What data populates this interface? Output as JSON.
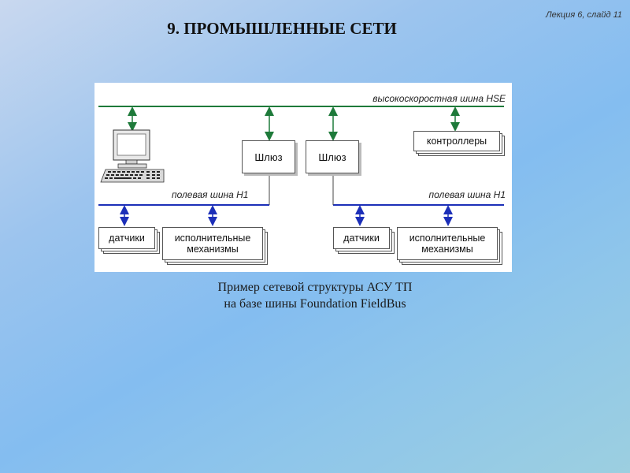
{
  "slide": {
    "title": "9. ПРОМЫШЛЕННЫЕ СЕТИ",
    "reference": "Лекция 6, слайд 11"
  },
  "diagram": {
    "hse_bus_label": "высокоскоростная шина HSE",
    "h1_bus_left_label": "полевая шина H1",
    "h1_bus_right_label": "полевая шина H1",
    "nodes": {
      "gateway_left": "Шлюз",
      "gateway_right": "Шлюз",
      "controllers": "контроллеры",
      "sensors_left": "датчики",
      "actuators_left": "исполнительные\nмеханизмы",
      "sensors_right": "датчики",
      "actuators_right": "исполнительные\nмеханизмы"
    },
    "colors": {
      "hse_bus": "#1e7a3a",
      "h1_bus": "#1c2fb8",
      "connector_line": "#444444"
    },
    "icons": {
      "workstation": "computer-workstation-icon"
    }
  },
  "caption": {
    "line1": "Пример сетевой структуры АСУ ТП",
    "line2": "на базе шины Foundation FieldBus"
  }
}
